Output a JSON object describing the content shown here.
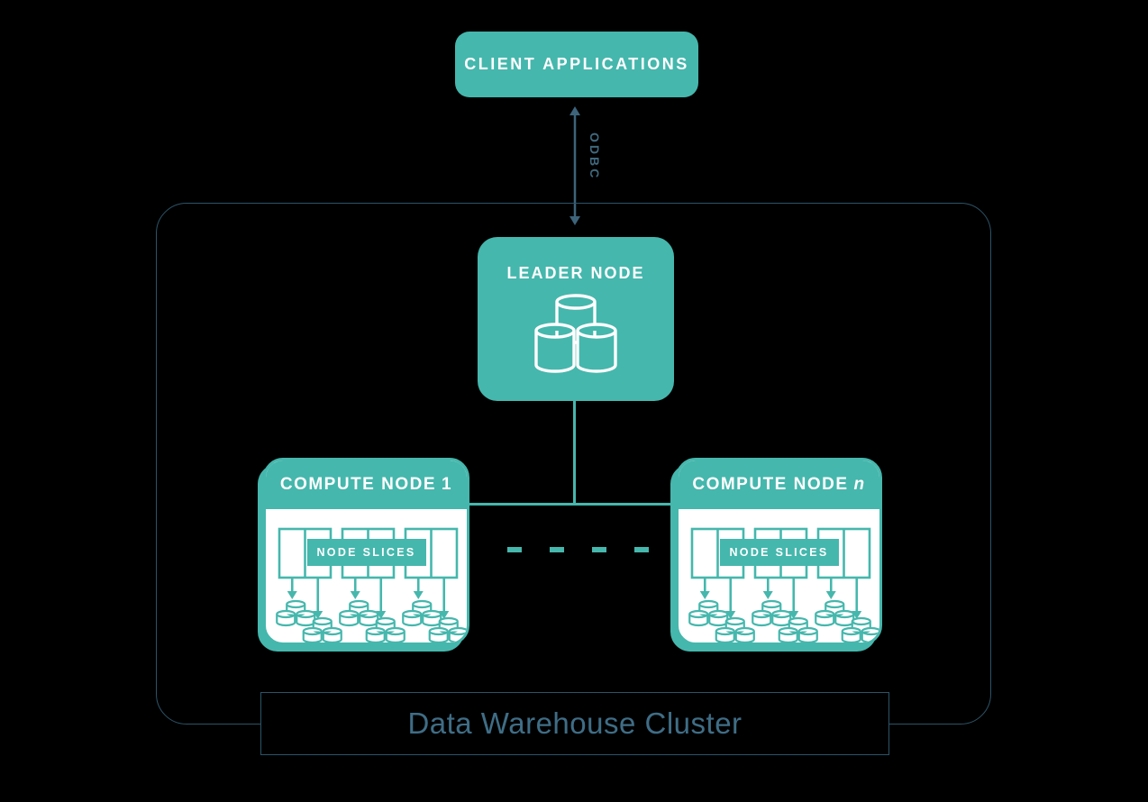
{
  "colors": {
    "background": "#000000",
    "teal": "#45b7ad",
    "white": "#ffffff",
    "outline_slate": "#2c5468",
    "caption_slate": "#3f6d86",
    "arrow_slate": "#3d647a"
  },
  "client_applications": {
    "label": "CLIENT APPLICATIONS"
  },
  "connection": {
    "label": "ODBC",
    "arrow_icon": "double-headed-vertical-arrow-icon"
  },
  "cluster": {
    "title": "Data Warehouse Cluster",
    "leader_node": {
      "label": "LEADER NODE",
      "icon": "database-cylinders-icon"
    },
    "compute_nodes": [
      {
        "label_prefix": "COMPUTE NODE",
        "label_suffix": "1",
        "suffix_italic": false,
        "badge": "NODE SLICES"
      },
      {
        "label_prefix": "COMPUTE NODE",
        "label_suffix": "n",
        "suffix_italic": true,
        "badge": "NODE SLICES"
      }
    ],
    "slice_layout": {
      "groups_per_node": 3,
      "slices_per_group": 2,
      "disk_stacks_per_group": 2,
      "disks_per_stack": 3
    }
  }
}
